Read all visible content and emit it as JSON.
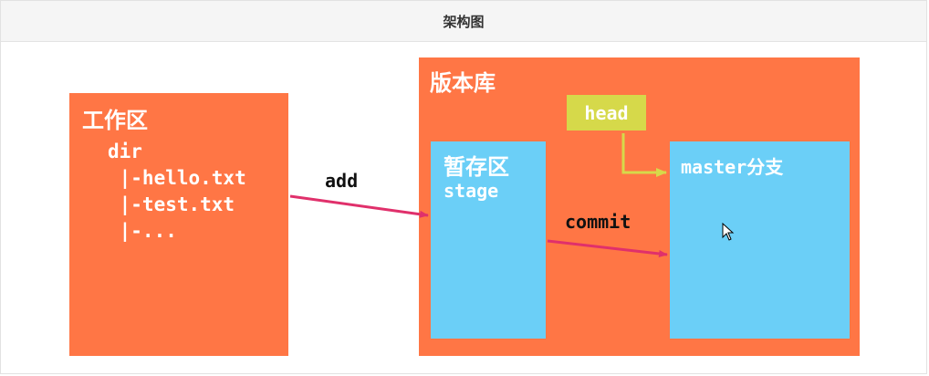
{
  "header": {
    "title": "架构图"
  },
  "workspace": {
    "title": "工作区",
    "tree": [
      "dir",
      " |-hello.txt",
      " |-test.txt",
      " |-..."
    ]
  },
  "repo": {
    "title": "版本库",
    "stage": {
      "title": "暂存区",
      "subtitle": "stage"
    },
    "head_label": "head",
    "master_label": "master分支"
  },
  "arrows": {
    "add_label": "add",
    "commit_label": "commit"
  },
  "colors": {
    "orange": "#ff7645",
    "blue": "#6bcff7",
    "head_yellow": "#d6d94a",
    "arrow_pink": "#e0306b"
  }
}
